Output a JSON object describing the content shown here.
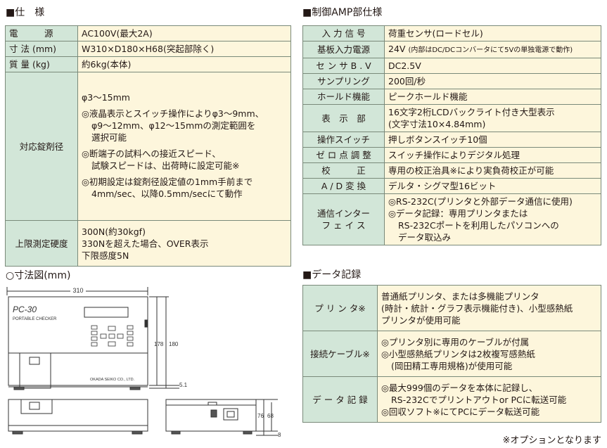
{
  "spec": {
    "title": "■仕　様",
    "rows": [
      {
        "label": "電　　　源",
        "value": "AC100V(最大2A)"
      },
      {
        "label": "寸 法 (mm)",
        "value": "W310×D180×H68(突起部除く)"
      },
      {
        "label": "質 量 (kg)",
        "value": "約6kg(本体)"
      },
      {
        "label": "対応錠剤径",
        "lines": [
          "φ3〜15mm",
          "◎液晶表示とスイッチ操作によりφ3〜9mm、",
          "φ9〜12mm、φ12〜15mmの測定範囲を",
          "選択可能",
          "◎断端子の試料への接近スピード、",
          "試験スピードは、出荷時に設定可能※",
          "◎初期設定は錠剤径設定値の1mm手前まで",
          "4mm/sec、以降0.5mm/secにて動作"
        ]
      },
      {
        "label": "上限測定硬度",
        "lines": [
          "300N(約30kgf)",
          "330Nを超えた場合、OVER表示",
          "下限感度5N"
        ]
      }
    ]
  },
  "amp": {
    "title": "■制御AMP部仕様",
    "rows": [
      {
        "label": "入 力 信 号",
        "value": "荷重センサ(ロードセル)"
      },
      {
        "label": "基板入力電源",
        "value": "24V",
        "note": "(内部はDC/DCコンバータにて5Vの単独電源で動作)"
      },
      {
        "label": "セ ン サ B . V",
        "value": "DC2.5V"
      },
      {
        "label": "サンプリング",
        "value": "200回/秒"
      },
      {
        "label": "ホールド機能",
        "value": "ピークホールド機能"
      },
      {
        "label": "表　示　部",
        "lines": [
          "16文字2桁LCDバックライト付き大型表示",
          "(文字寸法10×4.84mm)"
        ]
      },
      {
        "label": "操作スイッチ",
        "value": "押しボタンスイッチ10個"
      },
      {
        "label": "ゼ ロ 点 調 整",
        "value": "スイッチ操作によりデジタル処理"
      },
      {
        "label": "校　　　正",
        "value": "専用の校正治具※により実負荷校正が可能"
      },
      {
        "label": "A / D 変 換",
        "value": "デルタ・シグマ型16ビット"
      },
      {
        "label": "通信インター\nフ ェ イ ス",
        "lines": [
          "◎RS-232C(プリンタと外部データ通信に使用)",
          "◎データ記録：専用プリンタまたは",
          "RS-232Cポートを利用したパソコンへの",
          "データ取込み"
        ]
      }
    ]
  },
  "data_record": {
    "title": "■データ記録",
    "rows": [
      {
        "label": "プ リ ン タ※",
        "lines": [
          "普通紙プリンタ、または多機能プリンタ",
          "(時計・統計・グラフ表示機能付き)、小型感熱紙",
          "プリンタが使用可能"
        ]
      },
      {
        "label": "接続ケーブル※",
        "lines": [
          "◎プリンタ別に専用のケーブルが付属",
          "◎小型感熱紙プリンタは2枚複写感熱紙",
          "(岡田精工専用規格)が使用可能"
        ]
      },
      {
        "label": "デ ー タ 記 録",
        "lines": [
          "◎最大999個のデータを本体に記録し、",
          "RS-232Cでプリントアウトor PCに転送可能",
          "◎回収ソフト※にてPCにデータ転送可能"
        ]
      }
    ]
  },
  "dimension": {
    "title": "○寸法図(mm)",
    "width_label": "310",
    "height_label_1": "178",
    "height_label_2": "180",
    "offset_label": "5.1",
    "side_label_1": "76",
    "side_label_2": "68",
    "side_label_3": "8",
    "model": "PC-30",
    "subtitle": "PORTABLE CHECKER",
    "maker": "OKADA SEIKO CO., LTD."
  },
  "footnote": "※オプションとなります",
  "colors": {
    "header_bg": "#d2e6d8",
    "value_bg": "#fdf6dc",
    "border": "#7a8a7a"
  }
}
